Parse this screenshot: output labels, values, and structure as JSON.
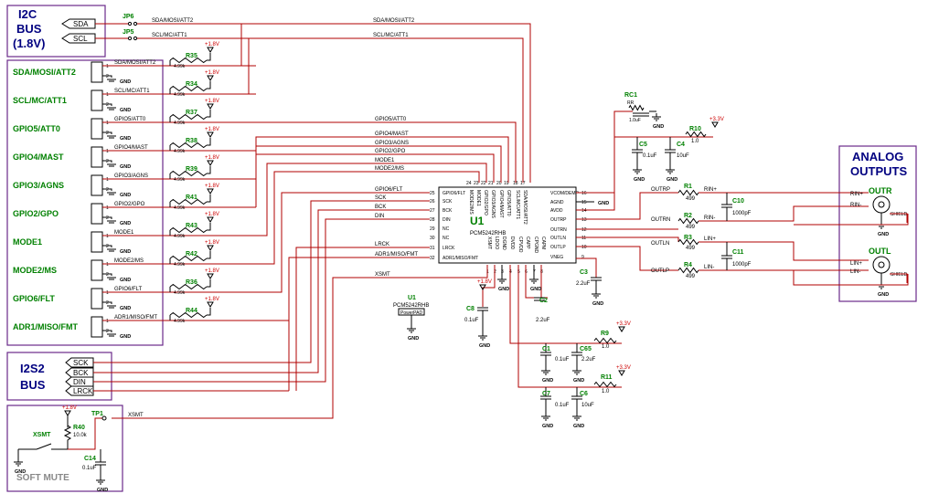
{
  "i2c": {
    "title": "I2C BUS (1.8V)",
    "lines": [
      "I2C",
      "BUS",
      "(1.8V)"
    ],
    "flags": [
      "SDA",
      "SCL"
    ],
    "jumpers": [
      "JP6",
      "JP5"
    ],
    "nets": [
      "SDA/MOSI/ATT2",
      "SCL/MC/ATT1"
    ]
  },
  "headers": [
    {
      "label": "SDA/MOSI/ATT2",
      "net": "SDA/MOSI/ATT2",
      "res": "R35",
      "val": "4.99k"
    },
    {
      "label": "SCL/MC/ATT1",
      "net": "SCL/MC/ATT1",
      "res": "R34",
      "val": "4.99k"
    },
    {
      "label": "GPIO5/ATT0",
      "net": "GPIO5/ATT0",
      "res": "R37",
      "val": "4.99k"
    },
    {
      "label": "GPIO4/MAST",
      "net": "GPIO4/MAST",
      "res": "R38",
      "val": "4.99k"
    },
    {
      "label": "GPIO3/AGNS",
      "net": "GPIO3/AGNS",
      "res": "R39",
      "val": "4.99k"
    },
    {
      "label": "GPIO2/GPO",
      "net": "GPIO2/GPO",
      "res": "R41",
      "val": "4.99k"
    },
    {
      "label": "MODE1",
      "net": "MODE1",
      "res": "R43",
      "val": "4.99k"
    },
    {
      "label": "MODE2/MS",
      "net": "MODE2/MS",
      "res": "R42",
      "val": "4.99k"
    },
    {
      "label": "GPIO6/FLT",
      "net": "GPIO6/FLT",
      "res": "R36",
      "val": "4.99k"
    },
    {
      "label": "ADR1/MISO/FMT",
      "net": "ADR1/MISO/FMT",
      "res": "R44",
      "val": "4.99k"
    }
  ],
  "common": {
    "vplus": "+1.8V",
    "vplus33": "+3.3V",
    "gnd": "GND"
  },
  "chip": {
    "ref": "U1",
    "part": "PCM5242RHB",
    "left_pins": [
      [
        "25",
        "GPIO6/FLT"
      ],
      [
        "26",
        "SCK"
      ],
      [
        "27",
        "BCK"
      ],
      [
        "28",
        "DIN"
      ],
      [
        "29",
        "NC"
      ],
      [
        "30",
        "NC"
      ],
      [
        "31",
        "LRCK"
      ],
      [
        "32",
        "ADR1/MISO/FMT"
      ]
    ],
    "top_pins": [
      [
        "24",
        "MODE2/MS"
      ],
      [
        "23",
        "MODE1"
      ],
      [
        "22",
        "GPIO2/GPO"
      ],
      [
        "21",
        "GPIO3/AGNS"
      ],
      [
        "20",
        "GPIO4/MAST"
      ],
      [
        "19",
        "GPIO5/ATT0"
      ],
      [
        "18",
        "SCL/MC/ATT1"
      ],
      [
        "17",
        "SDA/MOSI/ATT2"
      ]
    ],
    "right_pins": [
      [
        "16",
        "VCOM/DEMP"
      ],
      [
        "15",
        "AGND"
      ],
      [
        "14",
        "AVDD"
      ],
      [
        "13",
        "OUTRP"
      ],
      [
        "12",
        "OUTRN"
      ],
      [
        "11",
        "OUTLN"
      ],
      [
        "10",
        "OUTLP"
      ],
      [
        "9",
        "VNEG"
      ]
    ],
    "bottom_pins": [
      [
        "1",
        "XSMT"
      ],
      [
        "2",
        "LDOO"
      ],
      [
        "3",
        "DGND"
      ],
      [
        "4",
        "DVDD"
      ],
      [
        "5",
        "CPVDD"
      ],
      [
        "6",
        "CAPP"
      ],
      [
        "7",
        "CPGND"
      ],
      [
        "8",
        "CAPM"
      ]
    ],
    "pad_ref": "U1",
    "pad_part": "PCM5242RHB",
    "pad_label": "PowerPAD"
  },
  "chip_nets": [
    "GPIO5/ATT0",
    "GPIO4/MAST",
    "GPIO3/AGNS",
    "GPIO2/GPO",
    "MODE1",
    "MODE2/MS",
    "GPIO6/FLT",
    "SCK",
    "BCK",
    "DIN",
    "LRCK",
    "ADR1/MISO/FMT",
    "XSMT"
  ],
  "caps": [
    {
      "ref": "C8",
      "val": "0.1uF"
    },
    {
      "ref": "C2",
      "val": "2.2uF"
    },
    {
      "ref": "C3",
      "val": "2.2uF"
    },
    {
      "ref": "C5",
      "val": "0.1uF"
    },
    {
      "ref": "C4",
      "val": "10uF"
    },
    {
      "ref": "C1",
      "val": "0.1uF"
    },
    {
      "ref": "C65",
      "val": "2.2uF"
    },
    {
      "ref": "C7",
      "val": "0.1uF"
    },
    {
      "ref": "C6",
      "val": "10uF"
    },
    {
      "ref": "C10",
      "val": "1000pF"
    },
    {
      "ref": "C11",
      "val": "1000pF"
    },
    {
      "ref": "C14",
      "val": "0.1uF"
    }
  ],
  "rc1": {
    "ref": "RC1",
    "r": "RR",
    "c": "1.0uF"
  },
  "rs": [
    {
      "ref": "R10",
      "val": "1.0"
    },
    {
      "ref": "R9",
      "val": "1.0"
    },
    {
      "ref": "R11",
      "val": "1.0"
    },
    {
      "ref": "R1",
      "val": "499"
    },
    {
      "ref": "R2",
      "val": "499"
    },
    {
      "ref": "R3",
      "val": "499"
    },
    {
      "ref": "R4",
      "val": "499"
    }
  ],
  "out_nets": {
    "outrp": "OUTRP",
    "outrn": "OUTRN",
    "outln": "OUTLN",
    "outlp": "OUTLP",
    "rin_p": "RIN+",
    "rin_n": "RIN-",
    "lin_p": "LIN+",
    "lin_n": "LIN-"
  },
  "analog": {
    "title": "ANALOG OUTPUTS",
    "lines": [
      "ANALOG",
      "OUTPUTS"
    ],
    "outr": "OUTR",
    "outl": "OUTL",
    "shield": "SHIELD"
  },
  "i2s": {
    "title": "I2S2 BUS",
    "lines": [
      "I2S2",
      "BUS"
    ],
    "flags": [
      "SCK",
      "BCK",
      "DIN",
      "LRCK"
    ]
  },
  "mute": {
    "title": "SOFT MUTE",
    "button": "XSMT",
    "res": "R40",
    "res_val": "10.0k",
    "tp": "TP1",
    "net": "XSMT"
  }
}
